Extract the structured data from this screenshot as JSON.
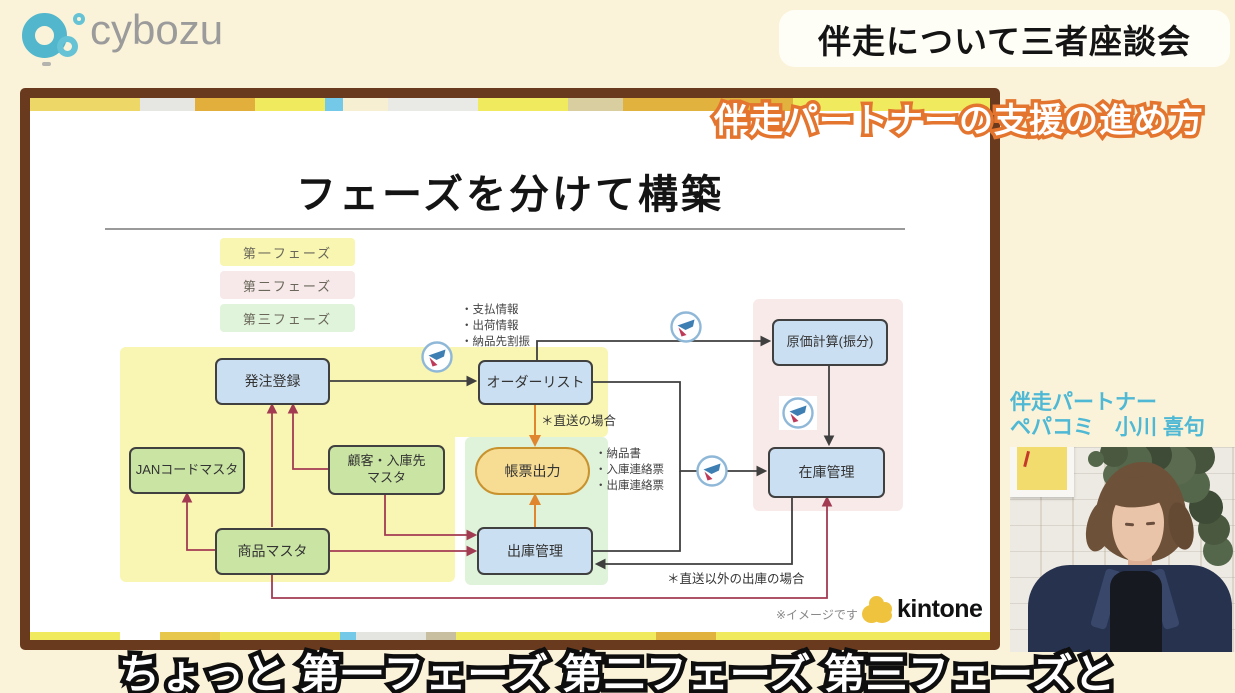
{
  "header": {
    "brand": "cybozu",
    "session_title": "伴走について三者座談会",
    "overlay_heading": "伴走パートナーの支援の進め方"
  },
  "slide": {
    "title": "フェーズを分けて構築",
    "legend": [
      {
        "label": "第一フェーズ",
        "color": "#F8F6B0"
      },
      {
        "label": "第二フェーズ",
        "color": "#F7E9E9"
      },
      {
        "label": "第三フェーズ",
        "color": "#E0F4DB"
      }
    ],
    "nodes": {
      "order_entry": "発注登録",
      "order_list": "オーダーリスト",
      "jan_code_master": "JANコードマスタ",
      "customer_warehouse_master": "顧客・入庫先\nマスタ",
      "product_master": "商品マスタ",
      "form_output": "帳票出力",
      "shipping_management": "出庫管理",
      "cost_calculation": "原価計算(振分)",
      "inventory_management": "在庫管理"
    },
    "annotations": {
      "order_list_notes": [
        "・支払情報",
        "・出荷情報",
        "・納品先割振"
      ],
      "form_output_notes": [
        "・納品書",
        "・入庫連絡票",
        "・出庫連絡票"
      ],
      "direct_shipping_case": "＊直送の場合",
      "non_direct_shipping_case": "＊直送以外の出庫の場合",
      "disclaimer": "※イメージです"
    },
    "product_logo": "kintone"
  },
  "speaker": {
    "role": "伴走パートナー",
    "name": "ペパコミ　小川 喜句"
  },
  "subtitle": "ちょっと 第一フェーズ 第二フェーズ 第三フェーズと",
  "icons": {
    "header_logo": "cybozu-rings-logo",
    "slide_logo": "kintone-flower-icon",
    "connector": "circle-arrow-plugin-icon"
  },
  "colors": {
    "background": "#FBF3D9",
    "frame_brown": "#6A3A1E",
    "accent_orange": "#E4752F",
    "node_blue": "#CBDFF2",
    "node_green": "#C9E4A3",
    "node_amber": "#F7DC94",
    "panel_yellow": "#F9F6B3",
    "panel_pink": "#F9EAEA",
    "panel_green": "#DFF3DA",
    "arrow_dark": "#3F3F3F",
    "arrow_red": "#A23B52",
    "arrow_orange": "#E0862E",
    "speaker_text": "#4FB8D4"
  }
}
